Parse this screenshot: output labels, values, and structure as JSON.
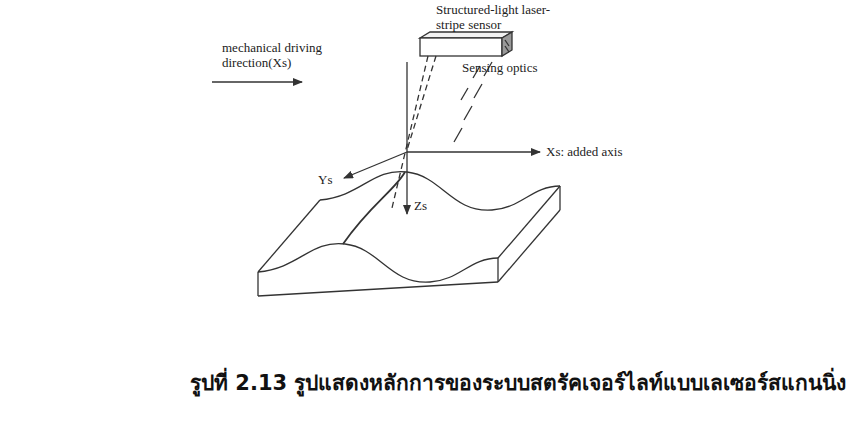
{
  "diagram": {
    "caption": "รูปที่ 2.13 รูปแสดงหลักการของระบบสตรัคเจอร์ไลท์แบบเลเซอร์สแกนนิ่ง",
    "labels": [
      "Structured-light laser-stripe sensor",
      "mechanical driving direction(Xs)",
      "Sensing optics",
      "Ys",
      "Xs: added axis",
      "Zs"
    ]
  }
}
